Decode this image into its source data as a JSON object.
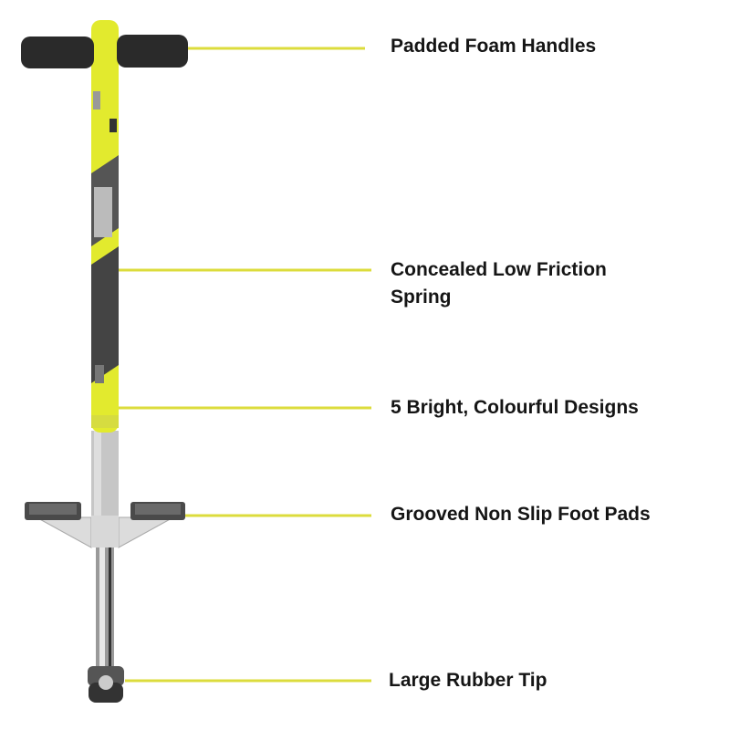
{
  "features": [
    {
      "label": "Padded Foam Handles"
    },
    {
      "label": "Concealed Low Friction Spring"
    },
    {
      "label": "5 Bright, Colourful Designs"
    },
    {
      "label": "Grooved Non Slip Foot Pads"
    },
    {
      "label": "Large Rubber Tip"
    }
  ],
  "colors": {
    "accent": "#dcdc3c",
    "shaft": "#e2ea2e",
    "grip": "#2a2a2a",
    "metal": "#c4c4c4"
  }
}
